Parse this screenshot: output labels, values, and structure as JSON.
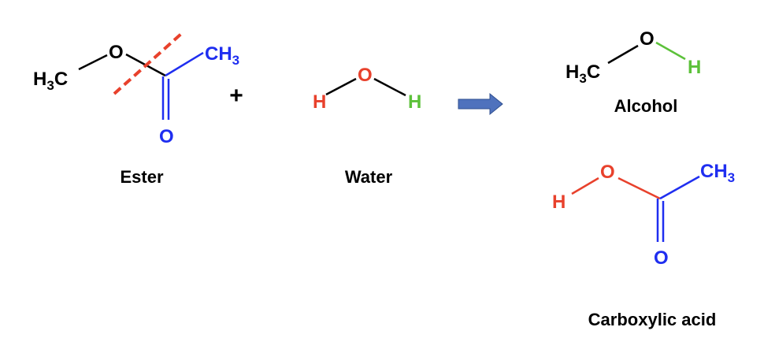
{
  "colors": {
    "black": "#000000",
    "red": "#e8412c",
    "blue": "#1f2ef0",
    "green": "#5cc13a",
    "arrow": "#4f72bd"
  },
  "ester": {
    "h3c_main": "H",
    "h3c_sub": "3",
    "h3c_tail": "C",
    "o_ether": "O",
    "ch3_main": "CH",
    "ch3_sub": "3",
    "o_carbonyl": "O",
    "label": "Ester"
  },
  "plus": "+",
  "water": {
    "h_left": "H",
    "o": "O",
    "h_right": "H",
    "label": "Water"
  },
  "alcohol": {
    "h3c_main": "H",
    "h3c_sub": "3",
    "h3c_tail": "C",
    "o": "O",
    "h": "H",
    "label": "Alcohol"
  },
  "acid": {
    "h": "H",
    "o": "O",
    "ch3_main": "CH",
    "ch3_sub": "3",
    "o_carbonyl": "O",
    "label": "Carboxylic acid"
  }
}
